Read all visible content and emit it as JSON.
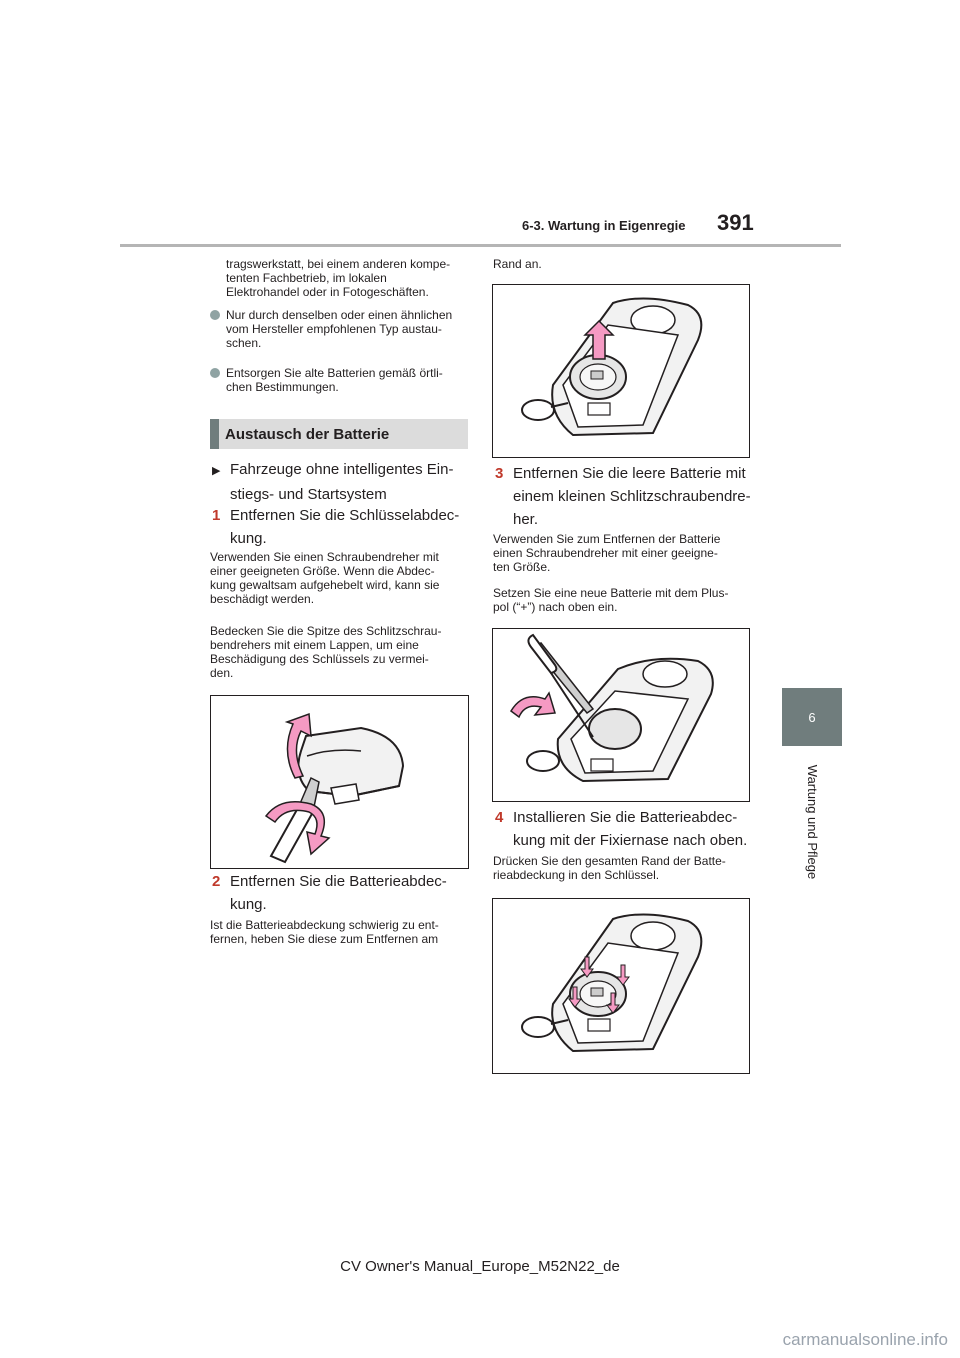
{
  "header": {
    "section": "6-3. Wartung in Eigenregie",
    "page_number": "391"
  },
  "side_tab": {
    "number": "6",
    "label": "Wartung und Pflege"
  },
  "left_column": {
    "intro": [
      "tragswerkstatt, bei einem anderen kompe-",
      "tenten Fachbetrieb, im lokalen",
      "Elektrohandel oder in Fotogeschäften."
    ],
    "bullets": [
      [
        "Nur durch denselben oder einen ähnlichen",
        "vom Hersteller empfohlenen Typ austau-",
        "schen."
      ],
      [
        "Entsorgen Sie alte Batterien gemäß örtli-",
        "chen Bestimmungen."
      ]
    ],
    "section_heading": "Austausch der Batterie",
    "subheading": [
      "Fahrzeuge ohne intelligentes Ein-",
      "stiegs- und Startsystem"
    ],
    "step1": {
      "num": "1",
      "lines": [
        "Entfernen Sie die Schlüsselabdec-",
        "kung."
      ]
    },
    "step1_text1": [
      "Verwenden Sie einen Schraubendreher mit",
      "einer geeigneten Größe. Wenn die Abdec-",
      "kung gewaltsam aufgehebelt wird, kann sie",
      "beschädigt werden."
    ],
    "step1_text2": [
      "Bedecken Sie die Spitze des Schlitzschrau-",
      "bendrehers mit einem Lappen, um eine",
      "Beschädigung des Schlüssels zu vermei-",
      "den."
    ],
    "step2": {
      "num": "2",
      "lines": [
        "Entfernen Sie die Batterieabdec-",
        "kung."
      ]
    },
    "step2_text": [
      "Ist die Batterieabdeckung schwierig zu ent-",
      "fernen, heben Sie diese zum Entfernen am"
    ]
  },
  "right_column": {
    "continuation": "Rand an.",
    "step3": {
      "num": "3",
      "lines": [
        "Entfernen Sie die leere Batterie mit",
        "einem kleinen Schlitzschraubendre-",
        "her."
      ]
    },
    "step3_text1": [
      "Verwenden Sie zum Entfernen der Batterie",
      "einen Schraubendreher mit einer geeigne-",
      "ten Größe."
    ],
    "step3_text2": [
      "Setzen Sie eine neue Batterie mit dem Plus-",
      "pol (“+”) nach oben ein."
    ],
    "step4": {
      "num": "4",
      "lines": [
        "Installieren Sie die Batterieabdec-",
        "kung mit der Fixiernase nach oben."
      ]
    },
    "step4_text": [
      "Drücken Sie den gesamten Rand der Batte-",
      "rieabdeckung in den Schlüssel."
    ]
  },
  "footer": "CV Owner's Manual_Europe_M52N22_de",
  "watermark": "carmanualsonline.info",
  "colors": {
    "step_number": "#c0392b",
    "tab": "#707d7d",
    "arrow_pink": "#f59ac3",
    "bullet": "#8fa3a3"
  }
}
